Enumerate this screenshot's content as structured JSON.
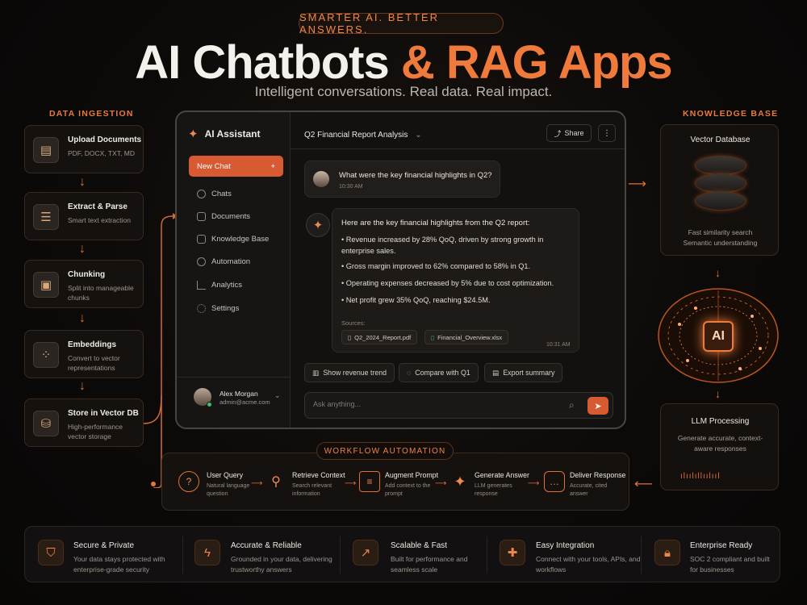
{
  "header": {
    "tagline": "SMARTER AI. BETTER ANSWERS.",
    "title_part1": "AI Chatbots ",
    "title_part2": "& RAG Apps",
    "subtitle": "Intelligent conversations. Real data. Real impact."
  },
  "ingestion": {
    "label": "DATA INGESTION",
    "steps": [
      {
        "title": "Upload Documents",
        "sub": "PDF, DOCX, TXT, MD",
        "icon": "document-icon"
      },
      {
        "title": "Extract & Parse",
        "sub": "Smart text extraction",
        "icon": "parse-icon"
      },
      {
        "title": "Chunking",
        "sub": "Split into manageable chunks",
        "icon": "chunking-icon"
      },
      {
        "title": "Embeddings",
        "sub": "Convert to vector representations",
        "icon": "embeddings-icon"
      },
      {
        "title": "Store in Vector DB",
        "sub": "High-performance vector storage",
        "icon": "database-icon"
      }
    ]
  },
  "app": {
    "brand": "AI Assistant",
    "new_chat": "New Chat",
    "nav": [
      "Chats",
      "Documents",
      "Knowledge Base",
      "Automation",
      "Analytics",
      "Settings"
    ],
    "user": {
      "name": "Alex Morgan",
      "email": "admin@acme.com"
    },
    "chat_title": "Q2 Financial Report Analysis",
    "share": "Share",
    "user_msg": {
      "text": "What were the key financial highlights in Q2?",
      "time": "10:30 AM"
    },
    "bot_msg": {
      "intro": "Here are the key financial highlights from the Q2 report:",
      "bullets": [
        "Revenue increased by 28% QoQ, driven by strong growth in enterprise sales.",
        "Gross margin improved to 62% compared to 58% in Q1.",
        "Operating expenses decreased by 5% due to cost optimization.",
        "Net profit grew 35% QoQ, reaching $24.5M."
      ],
      "sources_label": "Sources:",
      "sources": [
        "Q2_2024_Report.pdf",
        "Financial_Overview.xlsx"
      ],
      "time": "10:31 AM"
    },
    "suggestions": [
      "Show revenue trend",
      "Compare with Q1",
      "Export summary"
    ],
    "input_placeholder": "Ask anything..."
  },
  "knowledge_base": {
    "label": "KNOWLEDGE BASE",
    "title": "Vector Database",
    "sub1": "Fast similarity search",
    "sub2": "Semantic understanding"
  },
  "brain": {
    "badge": "AI"
  },
  "llm": {
    "title": "LLM Processing",
    "sub": "Generate accurate, context-aware responses"
  },
  "workflow": {
    "label": "WORKFLOW AUTOMATION",
    "steps": [
      {
        "title": "User Query",
        "sub": "Natural language question",
        "icon": "question-icon"
      },
      {
        "title": "Retrieve Context",
        "sub": "Search relevant information",
        "icon": "search-icon"
      },
      {
        "title": "Augment Prompt",
        "sub": "Add context to the prompt",
        "icon": "document-icon"
      },
      {
        "title": "Generate Answer",
        "sub": "LLM generates response",
        "icon": "sparkle-icon"
      },
      {
        "title": "Deliver Response",
        "sub": "Accurate, cited answer",
        "icon": "chat-icon"
      }
    ]
  },
  "features": [
    {
      "title": "Secure & Private",
      "sub": "Your data stays protected with enterprise-grade security",
      "icon": "shield-icon"
    },
    {
      "title": "Accurate & Reliable",
      "sub": "Grounded in your data, delivering trustworthy answers",
      "icon": "lightning-icon"
    },
    {
      "title": "Scalable & Fast",
      "sub": "Built for performance and seamless scale",
      "icon": "chart-icon"
    },
    {
      "title": "Easy Integration",
      "sub": "Connect with your tools, APIs, and workflows",
      "icon": "puzzle-icon"
    },
    {
      "title": "Enterprise Ready",
      "sub": "SOC 2 compliant and built for businesses",
      "icon": "lock-icon"
    }
  ],
  "colors": {
    "accent": "#f07a3c",
    "button": "#d85a32",
    "background": "#0c0a09"
  }
}
